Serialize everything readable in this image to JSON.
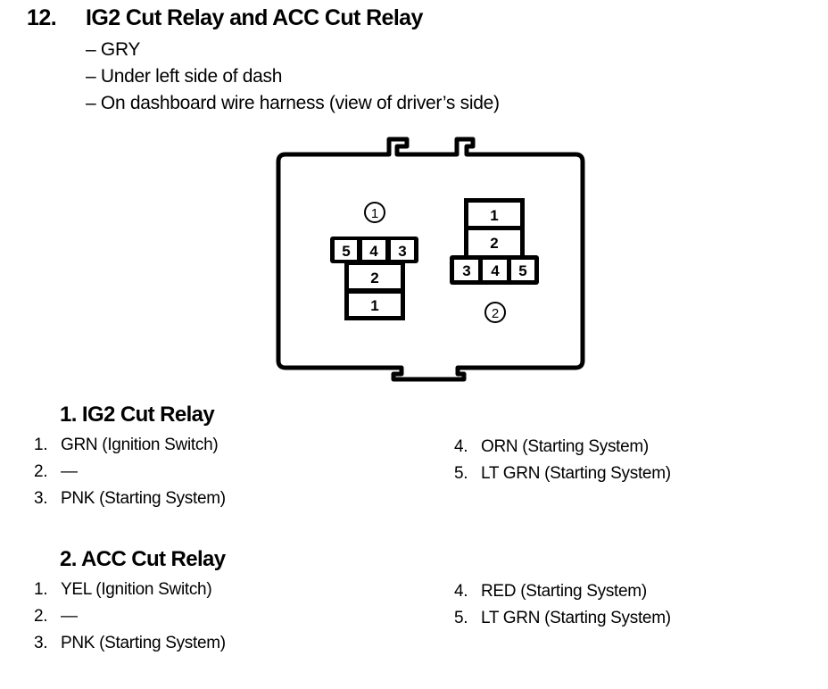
{
  "header": {
    "number": "12.",
    "title": "IG2 Cut Relay and ACC Cut Relay",
    "details": [
      "– GRY",
      "– Under left side of dash",
      "– On dashboard wire harness (view of driver’s side)"
    ]
  },
  "diagram": {
    "connector1": {
      "label": "①",
      "top_row": [
        "5",
        "4",
        "3"
      ],
      "stack": [
        "2",
        "1"
      ]
    },
    "connector2": {
      "label": "②",
      "stack": [
        "1",
        "2"
      ],
      "bottom_row": [
        "3",
        "4",
        "5"
      ]
    }
  },
  "sections": [
    {
      "title": "1. IG2 Cut Relay",
      "pins": [
        {
          "num": "1.",
          "desc": "GRN (Ignition Switch)"
        },
        {
          "num": "2.",
          "desc": "—"
        },
        {
          "num": "3.",
          "desc": "PNK (Starting System)"
        },
        {
          "num": "4.",
          "desc": "ORN (Starting System)"
        },
        {
          "num": "5.",
          "desc": "LT GRN (Starting System)"
        }
      ]
    },
    {
      "title": "2. ACC Cut Relay",
      "pins": [
        {
          "num": "1.",
          "desc": "YEL (Ignition Switch)"
        },
        {
          "num": "2.",
          "desc": "—"
        },
        {
          "num": "3.",
          "desc": "PNK (Starting System)"
        },
        {
          "num": "4.",
          "desc": "RED (Starting System)"
        },
        {
          "num": "5.",
          "desc": "LT GRN (Starting System)"
        }
      ]
    }
  ]
}
